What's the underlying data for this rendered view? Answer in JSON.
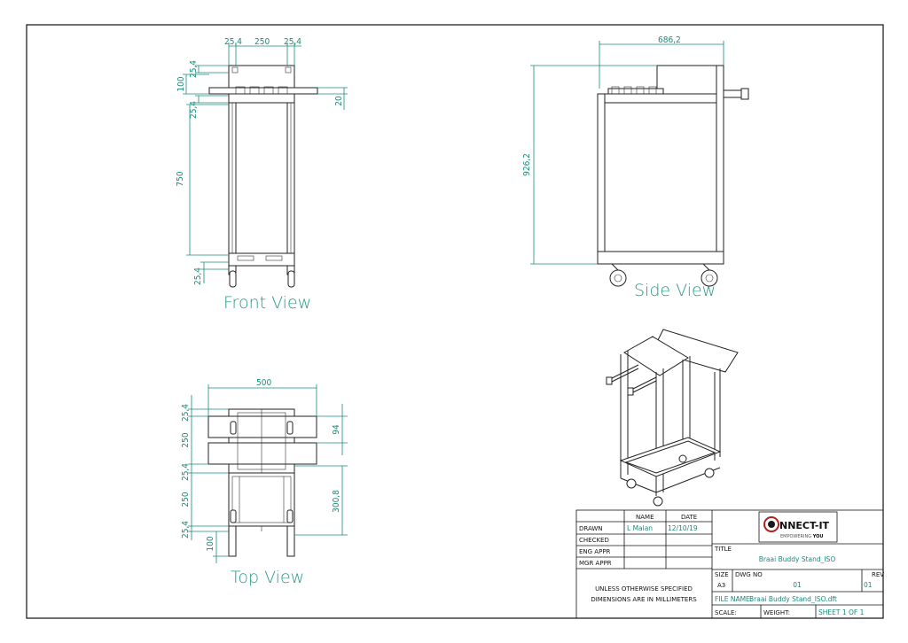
{
  "views": {
    "front_label": "Front View",
    "side_label": "Side View",
    "top_label": "Top View"
  },
  "front_dims": {
    "top_left": "25,4",
    "top_mid": "250",
    "top_right": "25,4",
    "v1": "25,4",
    "v2": "100",
    "v3": "25,4",
    "v4": "750",
    "v5": "25,4",
    "shelf": "20"
  },
  "side_dims": {
    "width": "686,2",
    "height": "926,2"
  },
  "top_dims": {
    "width": "500",
    "l1": "25,4",
    "l2": "250",
    "l3": "25,4",
    "l4": "250",
    "l5": "25,4",
    "l6": "100",
    "r1": "94",
    "r2": "300,8"
  },
  "title_block": {
    "col_name": "NAME",
    "col_date": "DATE",
    "drawn_label": "DRAWN",
    "drawn_name": "L Malan",
    "drawn_date": "12/10/19",
    "checked_label": "CHECKED",
    "eng_label": "ENG APPR",
    "mgr_label": "MGR APPR",
    "note_line1": "UNLESS OTHERWISE SPECIFIED",
    "note_line2": "DIMENSIONS ARE IN MILLIMETERS",
    "logo_main": "NNECT-IT",
    "logo_sub_a": "EMPOWERING ",
    "logo_sub_b": "YOU",
    "title_label": "TITLE",
    "title_value": "Braai Buddy Stand_ISO",
    "size_label": "SIZE",
    "size_value": "A3",
    "dwg_label": "DWG NO",
    "dwg_value": "01",
    "rev_label": "REV",
    "rev_value": "01",
    "file_label": "FILE NAME:",
    "file_value": "Braai Buddy Stand_ISO.dft",
    "scale_label": "SCALE:",
    "weight_label": "WEIGHT:",
    "sheet_label": "SHEET 1 OF 1"
  }
}
